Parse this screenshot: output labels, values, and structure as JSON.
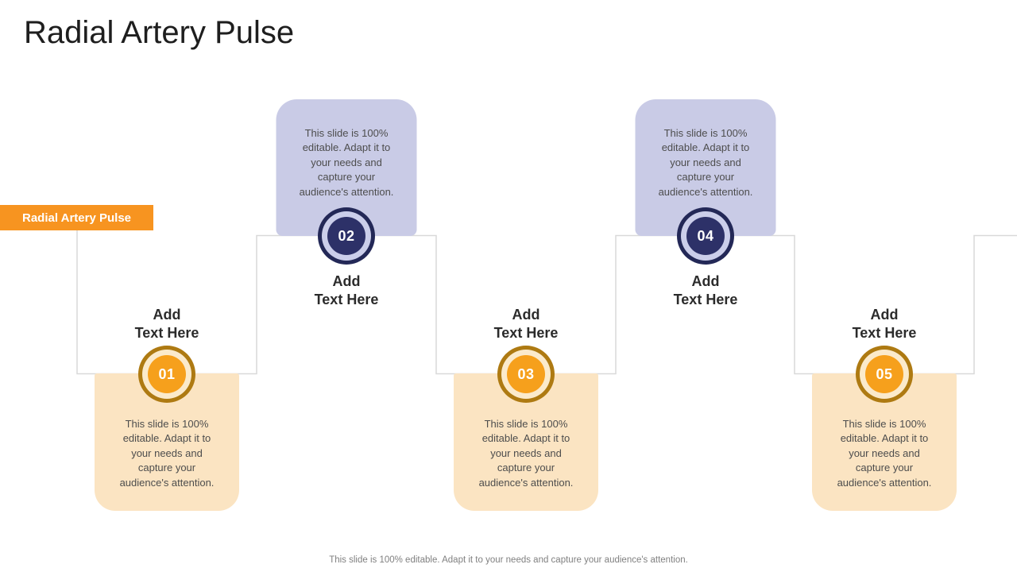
{
  "slide": {
    "title": "Radial Artery Pulse",
    "badge_label": "Radial Artery Pulse",
    "footer": "This slide is 100% editable. Adapt it to your needs and capture your audience's attention.",
    "colors": {
      "badge-bg": "#F79420",
      "orange": "#F6A01C",
      "orange-dark": "#AE7A12",
      "cream": "#FBEACB",
      "peach-box": "#FBE4C2",
      "navy": "#2D3168",
      "navy-dark": "#232857",
      "lavender": "#CBCEEA",
      "lavender-box": "#C9CBE6",
      "line": "#D9D9D9",
      "title-text": "#1E1E1E",
      "body-text": "#4D4D4D",
      "label-text": "#2B2B2B",
      "footer-text": "#808080"
    },
    "steps": [
      {
        "number": "01",
        "variant": "orange-low",
        "add_text": "Add\nText Here",
        "body": "This slide is 100%\neditable. Adapt it to\nyour needs and\ncapture your\naudience's attention."
      },
      {
        "number": "02",
        "variant": "navy-high",
        "add_text": "Add\nText Here",
        "body": "This slide is 100%\neditable. Adapt it to\nyour needs and\ncapture your\naudience's attention."
      },
      {
        "number": "03",
        "variant": "orange-low",
        "add_text": "Add\nText Here",
        "body": "This slide is 100%\neditable. Adapt it to\nyour needs and\ncapture your\naudience's attention."
      },
      {
        "number": "04",
        "variant": "navy-high",
        "add_text": "Add\nText Here",
        "body": "This slide is 100%\neditable. Adapt it to\nyour needs and\ncapture your\naudience's attention."
      },
      {
        "number": "05",
        "variant": "orange-low",
        "add_text": "Add\nText Here",
        "body": "This slide is 100%\neditable. Adapt it to\nyour needs and\ncapture your\naudience's attention."
      }
    ]
  }
}
